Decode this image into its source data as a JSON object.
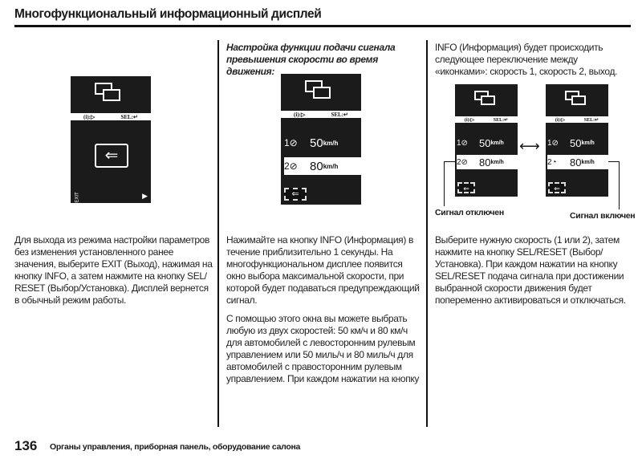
{
  "header": {
    "title": "Многофункциональный информационный дисплей"
  },
  "col1": {
    "text": "Для выхода из режима настройки параметров без изменения установленного ранее значения, выберите EXIT (Выход), нажимая на кнопку INFO, а затем нажмите на кнопку SEL/ RESET (Выбор/Установка). Дисплей вернется в обычный режим работы."
  },
  "col2": {
    "heading": "Настройка функции подачи сигнала превышения скорости во время движения:",
    "p1": "Нажимайте на кнопку INFO (Информация) в течение приблизительно 1 секунды. На многофункциональном дисплее появится окно выбора максимальной скорости, при которой будет подаваться предупреждающий сигнал.",
    "p2": "С помощью этого окна вы можете выбрать любую из двух скоростей: 50 км/ч и 80 км/ч для автомобилей с левосторонним рулевым управлением или 50 миль/ч и 80 миль/ч для автомобилей с правосторонним рулевым управлением. При каждом нажатии на  кнопку"
  },
  "col3": {
    "intro": "INFO (Информация) будет происходить следующее переключение между «иконками»: скорость 1, скорость 2, выход.",
    "caption_off": "Сигнал отключен",
    "caption_on": "Сигнал включен",
    "text": "Выберите нужную скорость (1 или 2), затем нажмите на кнопку SEL/RESET (Выбор/ Установка). При каждом нажатии на кнопку SEL/RESET подача сигнала при достижении выбранной скорости движения будет попеременно активироваться и отключаться."
  },
  "display": {
    "info_hint": "(i):▷",
    "sel_hint": "SEL:↵",
    "speed1": "50",
    "speed2": "80",
    "unit": "km/h",
    "exit_side": "EXIT",
    "next": "▶"
  },
  "footer": {
    "page": "136",
    "section": "Органы управления, приборная панель, оборудование салона"
  }
}
